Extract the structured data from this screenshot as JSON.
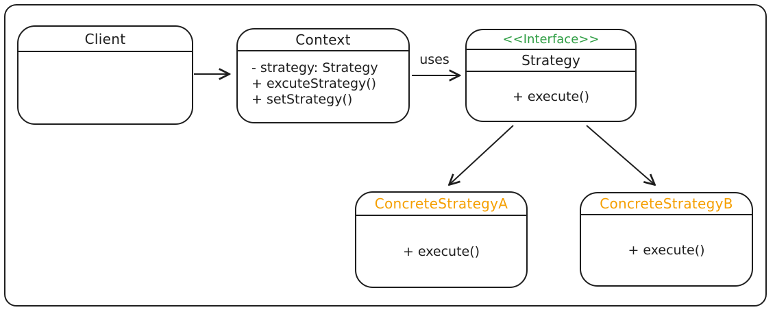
{
  "colors": {
    "stroke": "#1e1e1e",
    "interface_green": "#2f9e44",
    "concrete_orange": "#f59f00"
  },
  "diagram": {
    "pattern": "Strategy"
  },
  "nodes": {
    "client": {
      "title": "Client"
    },
    "context": {
      "title": "Context",
      "members": [
        "- strategy: Strategy",
        "+ excuteStrategy()",
        "+ setStrategy()"
      ]
    },
    "strategy": {
      "stereotype": "<<Interface>>",
      "title": "Strategy",
      "methods": [
        "+ execute()"
      ]
    },
    "concrete_a": {
      "title": "ConcreteStrategyA",
      "methods": [
        "+ execute()"
      ]
    },
    "concrete_b": {
      "title": "ConcreteStrategyB",
      "methods": [
        "+ execute()"
      ]
    }
  },
  "edges": {
    "context_strategy_label": "uses"
  }
}
